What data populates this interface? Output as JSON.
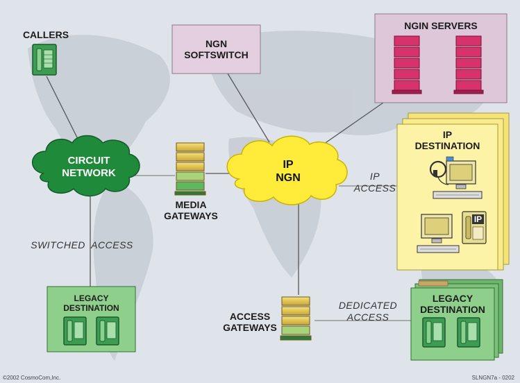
{
  "labels": {
    "callers": "CALLERS",
    "softswitch": "NGN\nSOFTSWITCH",
    "servers": "NGIN SERVERS",
    "circuit": "CIRCUIT\nNETWORK",
    "ipngn": "IP\nNGN",
    "media_gw": "MEDIA\nGATEWAYS",
    "access_gw": "ACCESS\nGATEWAYS",
    "ip_dest": "IP\nDESTINATION",
    "legacy_left": "LEGACY\nDESTINATION",
    "legacy_right": "LEGACY\nDESTINATION",
    "switched_access": "SWITCHED  ACCESS",
    "ip_access": "IP\nACCESS",
    "dedicated_access": "DEDICATED\nACCESS",
    "ip_badge": "IP"
  },
  "footer": {
    "left": "©2002 CosmoCom,Inc.",
    "right": "SLNGN7a  - 0202"
  },
  "colors": {
    "circuit_cloud": "#1f8a3a",
    "ip_cloud": "#ffec3a",
    "softswitch_box": "#e3cfe0",
    "server_rack": "#d6336c",
    "ip_dest_panel": "#fdf3a6",
    "legacy_panel": "#8fcf8c"
  }
}
